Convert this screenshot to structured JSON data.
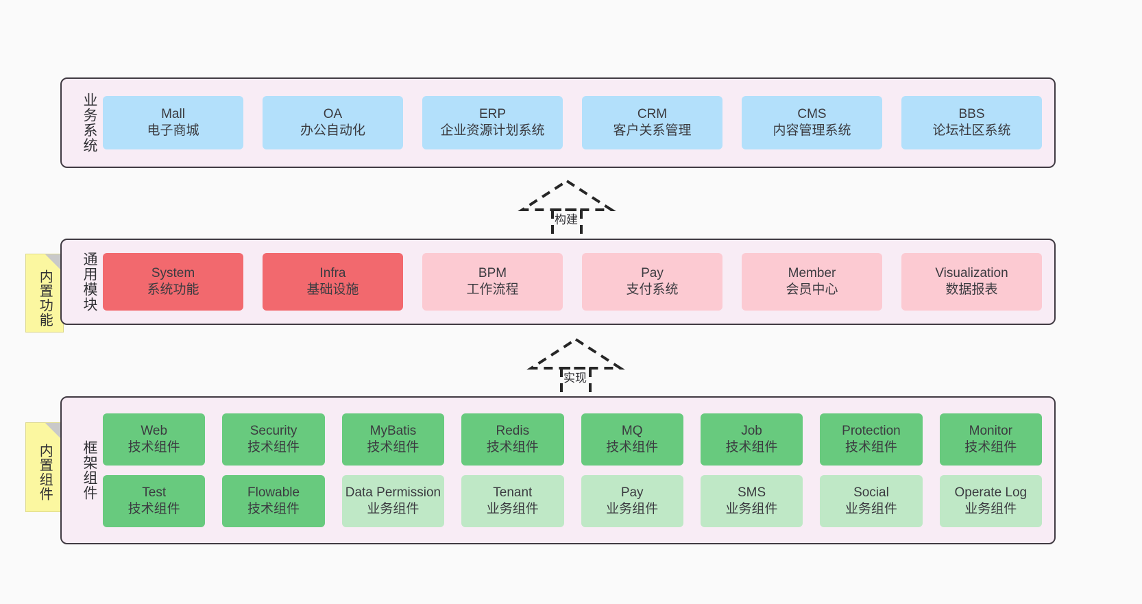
{
  "diagram": {
    "background_color": "#fafafa",
    "panel_color": "#f8ecf5",
    "panel_border_color": "#403a42"
  },
  "layers": {
    "business": {
      "title": "业务系统",
      "color": "#b3e0fb",
      "items": [
        {
          "name": "Mall",
          "desc": "电子商城"
        },
        {
          "name": "OA",
          "desc": "办公自动化"
        },
        {
          "name": "ERP",
          "desc": "企业资源计划系统"
        },
        {
          "name": "CRM",
          "desc": "客户关系管理"
        },
        {
          "name": "CMS",
          "desc": "内容管理系统"
        },
        {
          "name": "BBS",
          "desc": "论坛社区系统"
        }
      ]
    },
    "modules": {
      "title": "通用模块",
      "note": "内置功能",
      "color_primary": "#f2696e",
      "color_secondary": "#fccad2",
      "items": [
        {
          "name": "System",
          "desc": "系统功能"
        },
        {
          "name": "Infra",
          "desc": "基础设施"
        },
        {
          "name": "BPM",
          "desc": "工作流程"
        },
        {
          "name": "Pay",
          "desc": "支付系统"
        },
        {
          "name": "Member",
          "desc": "会员中心"
        },
        {
          "name": "Visualization",
          "desc": "数据报表"
        }
      ]
    },
    "framework": {
      "title": "框架组件",
      "note": "内置组件",
      "color_primary": "#68ca7e",
      "color_secondary": "#bfe8c6",
      "row1": [
        {
          "name": "Web",
          "desc": "技术组件"
        },
        {
          "name": "Security",
          "desc": "技术组件"
        },
        {
          "name": "MyBatis",
          "desc": "技术组件"
        },
        {
          "name": "Redis",
          "desc": "技术组件"
        },
        {
          "name": "MQ",
          "desc": "技术组件"
        },
        {
          "name": "Job",
          "desc": "技术组件"
        },
        {
          "name": "Protection",
          "desc": "技术组件"
        },
        {
          "name": "Monitor",
          "desc": "技术组件"
        }
      ],
      "row2": [
        {
          "name": "Test",
          "desc": "技术组件"
        },
        {
          "name": "Flowable",
          "desc": "技术组件"
        },
        {
          "name": "Data Permission",
          "desc": "业务组件"
        },
        {
          "name": "Tenant",
          "desc": "业务组件"
        },
        {
          "name": "Pay",
          "desc": "业务组件"
        },
        {
          "name": "SMS",
          "desc": "业务组件"
        },
        {
          "name": "Social",
          "desc": "业务组件"
        },
        {
          "name": "Operate Log",
          "desc": "业务组件"
        }
      ]
    }
  },
  "connectors": [
    {
      "label": "构建"
    },
    {
      "label": "实现"
    }
  ]
}
